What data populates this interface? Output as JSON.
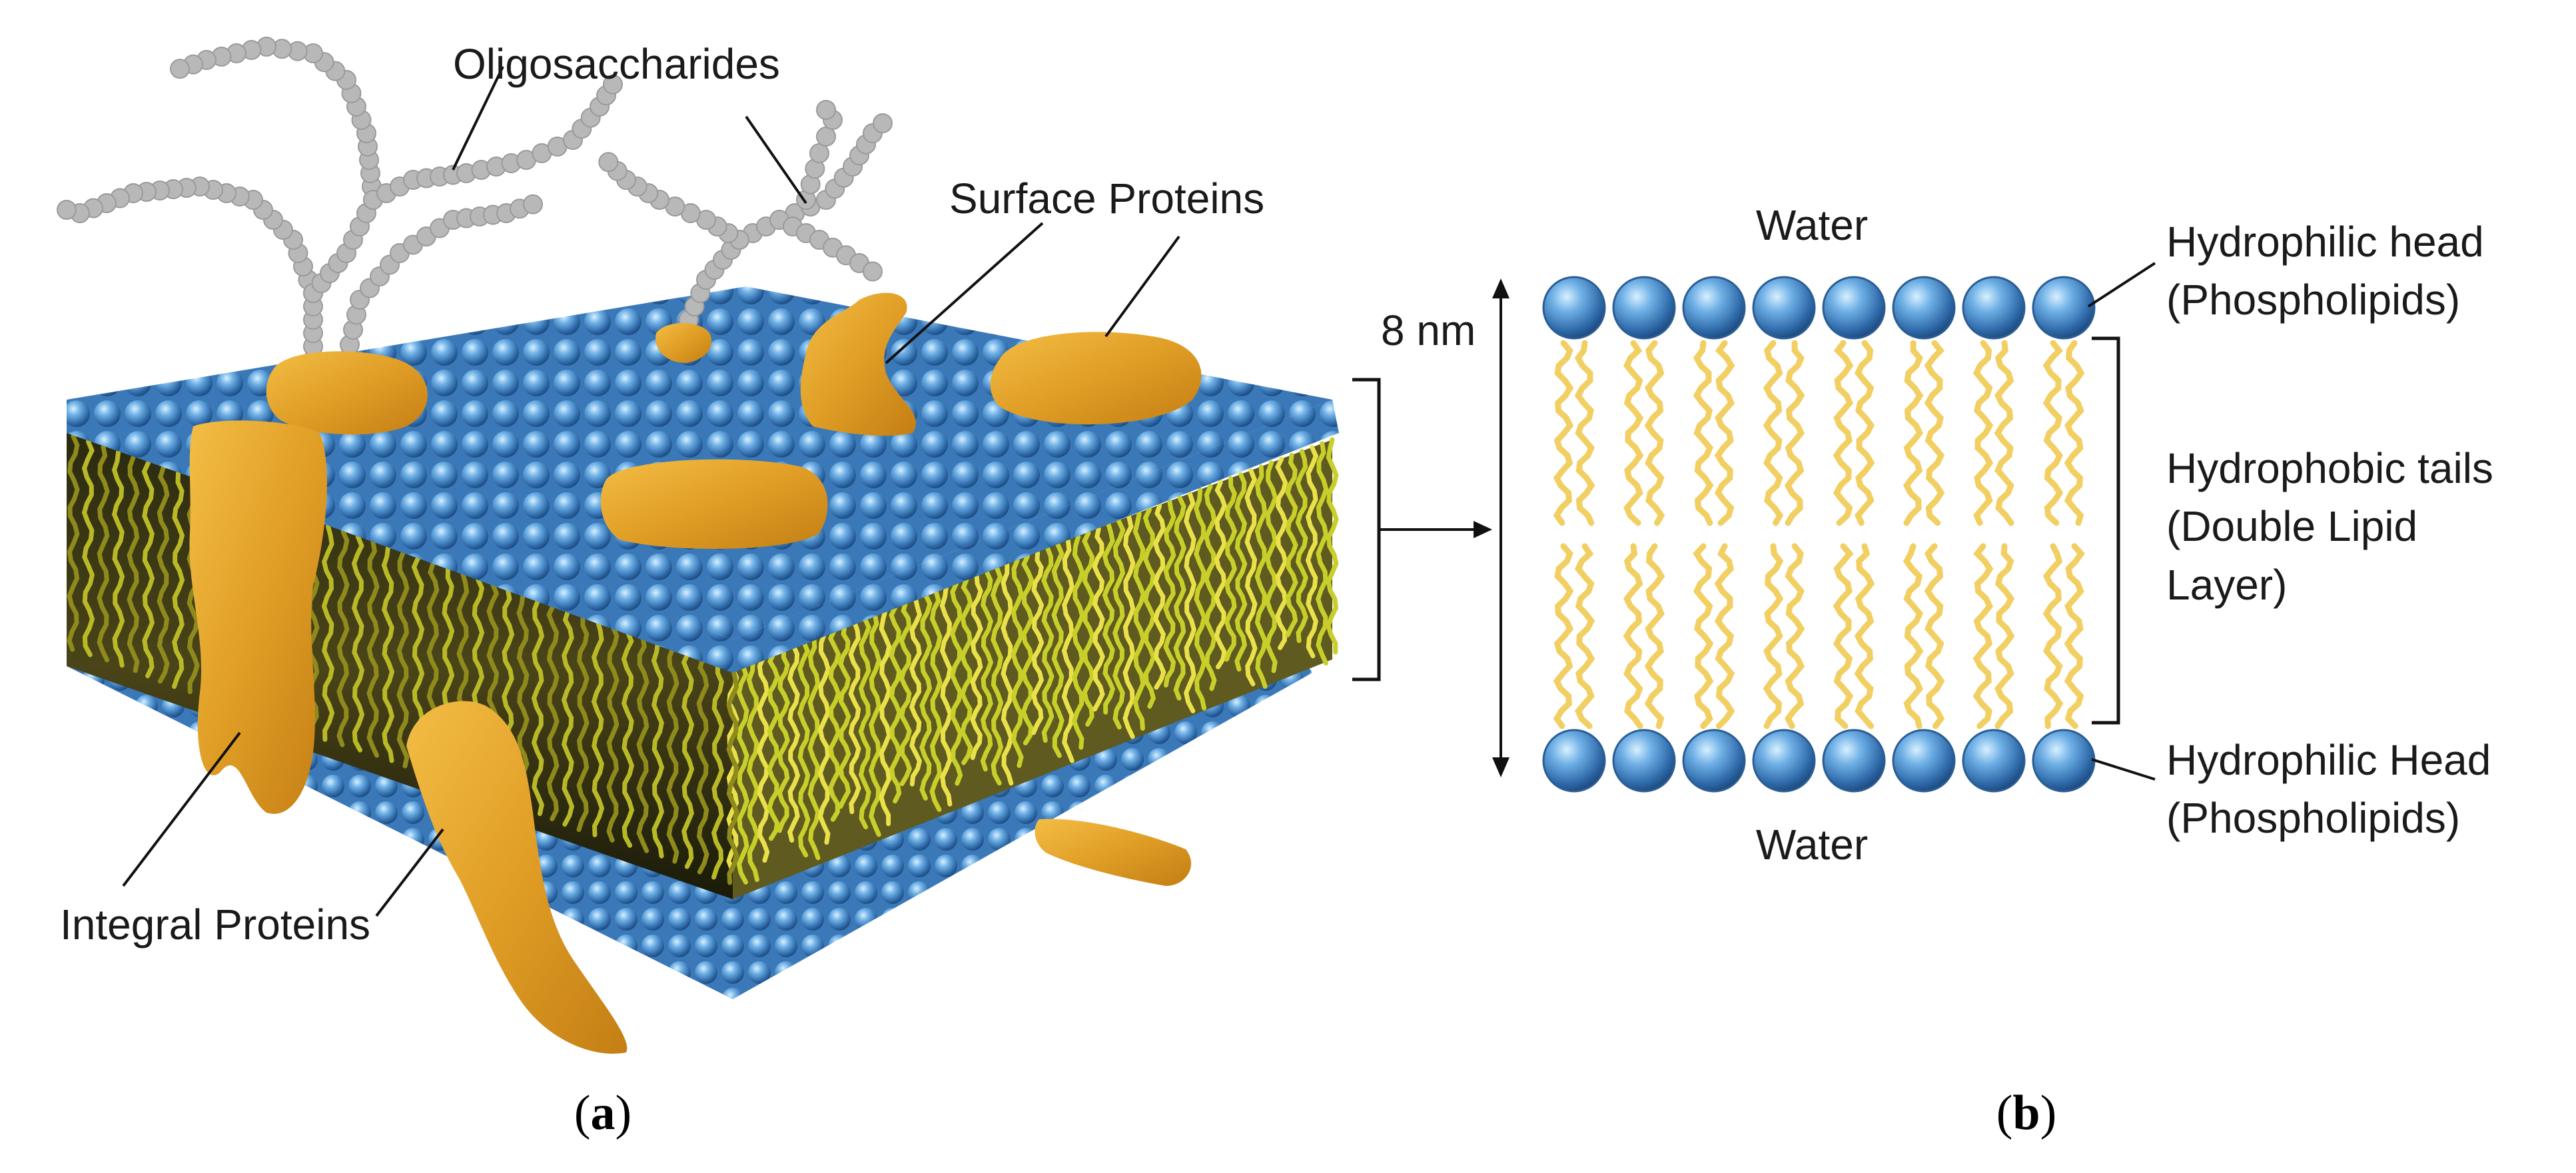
{
  "panel_a": {
    "labels": {
      "oligosaccharides": "Oligosaccharides",
      "surface_proteins": "Surface Proteins",
      "integral_proteins": "Integral Proteins"
    },
    "caption": {
      "open": "(",
      "letter": "a",
      "close": ")"
    }
  },
  "panel_b": {
    "labels": {
      "water_top": "Water",
      "water_bottom": "Water",
      "thickness": "8 nm",
      "head_top_1": "Hydrophilic head",
      "head_top_2": "(Phospholipids)",
      "tails_1": "Hydrophobic tails",
      "tails_2": "(Double Lipid",
      "tails_3": "Layer)",
      "head_bottom_1": "Hydrophilic Head",
      "head_bottom_2": "(Phospholipids)"
    },
    "head_count_per_row": 8,
    "caption": {
      "open": "(",
      "letter": "b",
      "close": ")"
    }
  },
  "colors": {
    "head_blue": "#3f7fc0",
    "head_highlight": "#bfe2ff",
    "tail_yellow": "#f2cf62",
    "tail_green": "#c8cf2a",
    "protein_orange": "#e0a12a",
    "sugar_gray": "#b8b8b8"
  }
}
